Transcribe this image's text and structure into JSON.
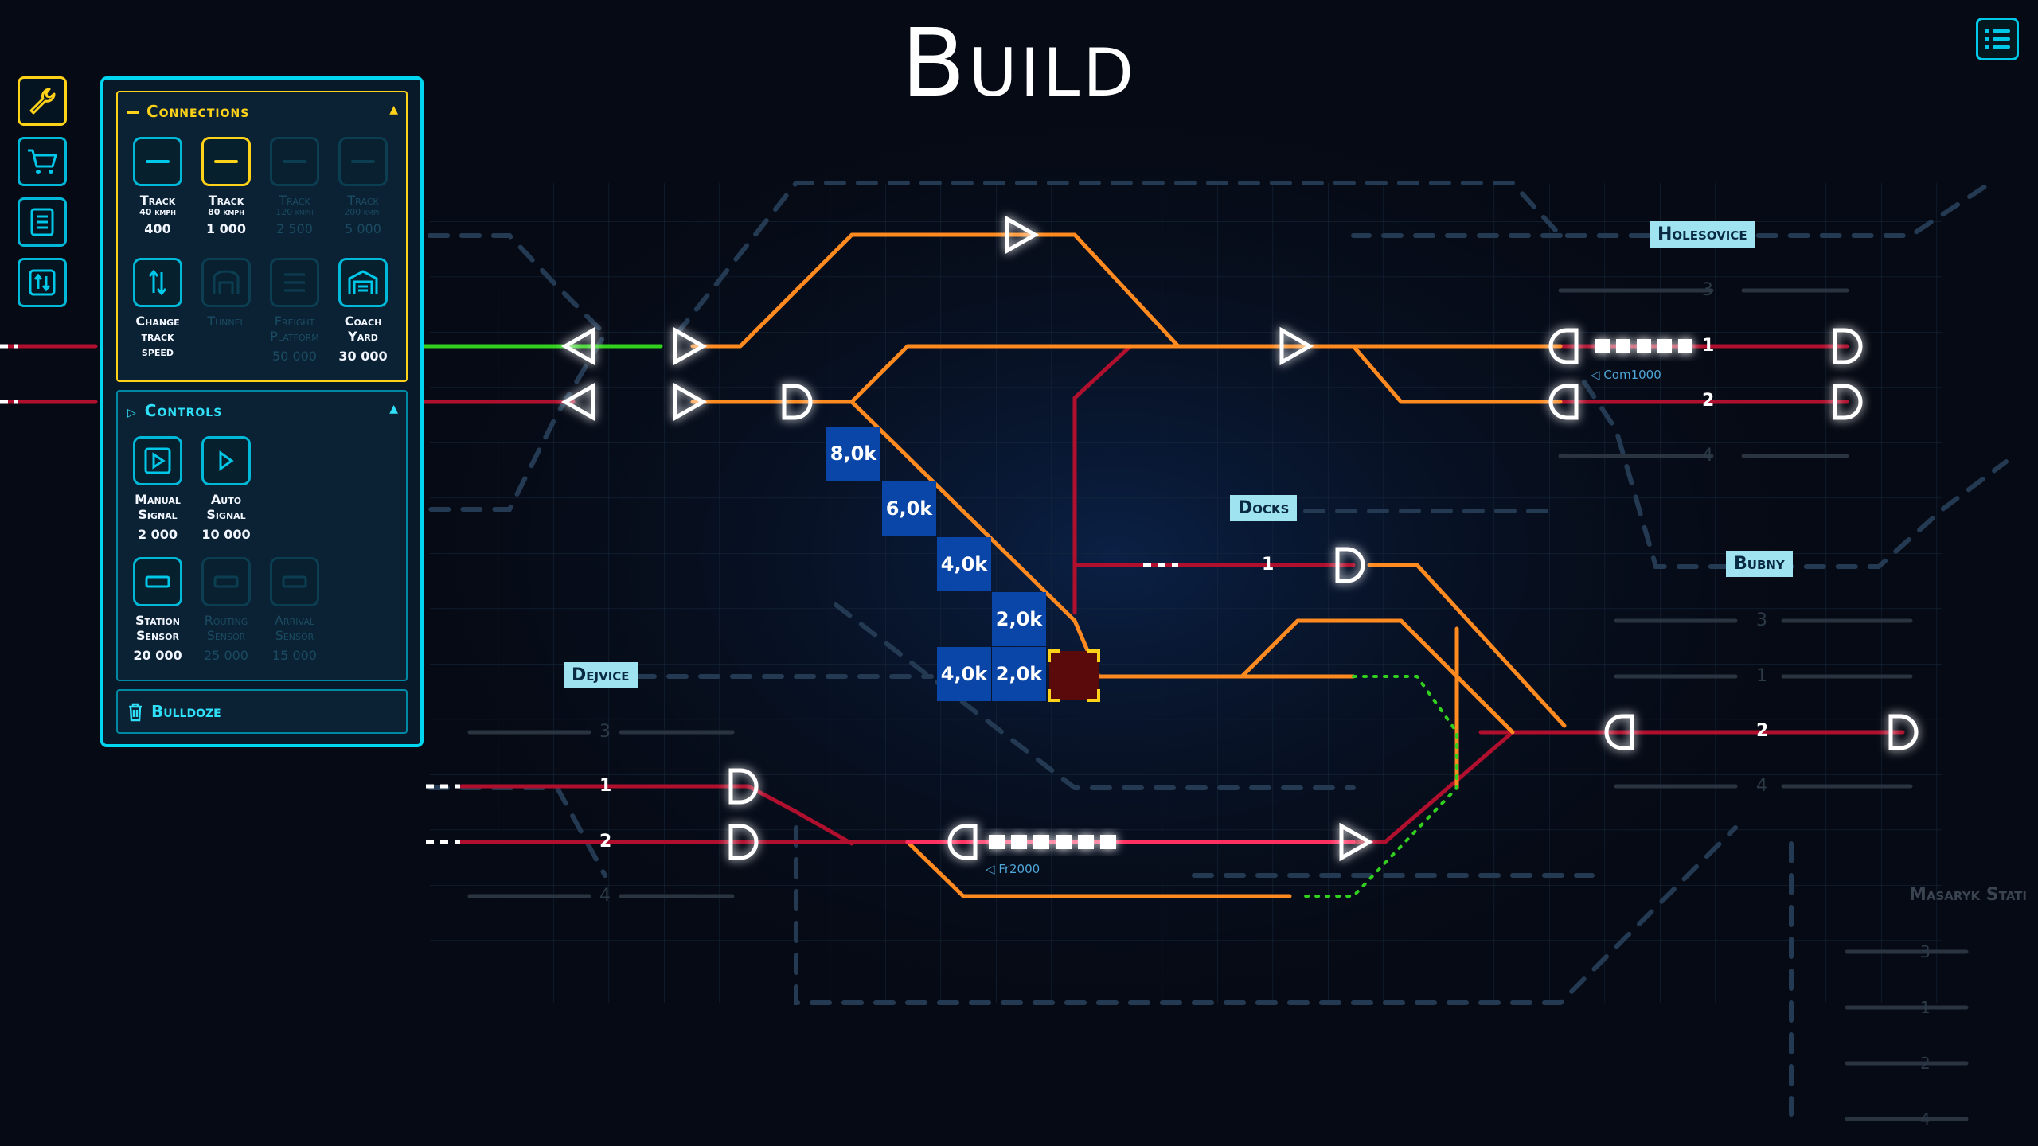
{
  "title": "Build",
  "sidebar": {
    "items": [
      {
        "icon": "wrench-icon",
        "active": true
      },
      {
        "icon": "cart-icon",
        "active": false
      },
      {
        "icon": "document-icon",
        "active": false
      },
      {
        "icon": "swap-icon",
        "active": false
      }
    ]
  },
  "menu_icon": "list-menu-icon",
  "panel": {
    "connections": {
      "header": "Connections",
      "items": [
        {
          "icon": "track-icon",
          "label": "Track",
          "sub": "40 kmph",
          "cost": "400",
          "state": "normal"
        },
        {
          "icon": "track-icon",
          "label": "Track",
          "sub": "80 kmph",
          "cost": "1 000",
          "state": "selected"
        },
        {
          "icon": "track-icon",
          "label": "Track",
          "sub": "120 kmph",
          "cost": "2 500",
          "state": "disabled"
        },
        {
          "icon": "track-icon",
          "label": "Track",
          "sub": "200 kmph",
          "cost": "5 000",
          "state": "disabled"
        },
        {
          "icon": "change-speed-icon",
          "label": "Change track speed",
          "sub": "",
          "cost": "",
          "state": "normal"
        },
        {
          "icon": "tunnel-icon",
          "label": "Tunnel",
          "sub": "",
          "cost": "",
          "state": "disabled"
        },
        {
          "icon": "freight-platform-icon",
          "label": "Freight Platform",
          "sub": "",
          "cost": "50 000",
          "state": "disabled"
        },
        {
          "icon": "coach-yard-icon",
          "label": "Coach Yard",
          "sub": "",
          "cost": "30 000",
          "state": "normal"
        }
      ]
    },
    "controls": {
      "header": "Controls",
      "items": [
        {
          "icon": "manual-signal-icon",
          "label": "Manual Signal",
          "cost": "2 000",
          "state": "normal"
        },
        {
          "icon": "auto-signal-icon",
          "label": "Auto Signal",
          "cost": "10 000",
          "state": "normal"
        },
        {
          "icon": "station-sensor-icon",
          "label": "Station Sensor",
          "cost": "20 000",
          "state": "normal"
        },
        {
          "icon": "routing-sensor-icon",
          "label": "Routing Sensor",
          "cost": "25 000",
          "state": "disabled"
        },
        {
          "icon": "arrival-sensor-icon",
          "label": "Arrival Sensor",
          "cost": "15 000",
          "state": "disabled"
        }
      ]
    },
    "bulldoze": "Bulldoze"
  },
  "stations": {
    "holesovice": "Holesovice",
    "docks": "Docks",
    "bubny": "Bubny",
    "dejvice": "Dejvice",
    "masaryk": "Masaryk Stati"
  },
  "platforms": {
    "holesovice": [
      "3",
      "1",
      "2",
      "4"
    ],
    "docks": [
      "1"
    ],
    "bubny": [
      "3",
      "1",
      "2",
      "4"
    ],
    "dejvice": [
      "3",
      "1",
      "2",
      "4"
    ],
    "masaryk": [
      "3",
      "1",
      "2",
      "4"
    ]
  },
  "costs": [
    "8,0k",
    "6,0k",
    "4,0k",
    "2,0k",
    "4,0k",
    "2,0k"
  ],
  "trains": {
    "com": "Com1000",
    "fr": "Fr2000"
  },
  "colors": {
    "track_orange": "#ff8a1f",
    "track_red": "#b0102e",
    "track_green": "#33d11f",
    "accent_cyan": "#00d6ef",
    "accent_yellow": "#ffd21a",
    "cost_blue": "#0a46a8"
  }
}
